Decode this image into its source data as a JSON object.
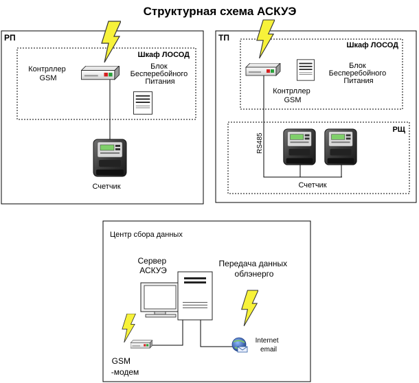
{
  "title": "Структурная схема АСКУЭ",
  "rp": {
    "label": "РП",
    "cabinet_label": "Шкаф ЛОСОД",
    "controller_label": [
      "Контрллер",
      "GSM"
    ],
    "ups_label": [
      "Блок",
      "Бесперебойного",
      "Питания"
    ],
    "meter_label": "Счетчик"
  },
  "tp": {
    "label": "ТП",
    "cabinet_label": "Шкаф ЛОСОД",
    "controller_label": [
      "Контрллер",
      "GSM"
    ],
    "ups_label": [
      "Блок",
      "Бесперебойного",
      "Питания"
    ],
    "rsh_label": "РЩ",
    "bus_label": "RS485",
    "meter_label": "Счетчик"
  },
  "center": {
    "label": "Центр сбора данных",
    "server_label": [
      "Сервер",
      "АСКУЭ"
    ],
    "transfer_label": [
      "Передача данных",
      "облэнерго"
    ],
    "internet_label": [
      "Internet",
      "email"
    ],
    "modem_label": [
      "GSM",
      "-модем"
    ]
  },
  "colors": {
    "lightning_fill": "#f7f23a",
    "lightning_stroke": "#333333",
    "meter_display": "#7fcf6a",
    "globe": "#2a5aa0",
    "led_red": "#d42020",
    "led_green": "#2aa03a"
  }
}
